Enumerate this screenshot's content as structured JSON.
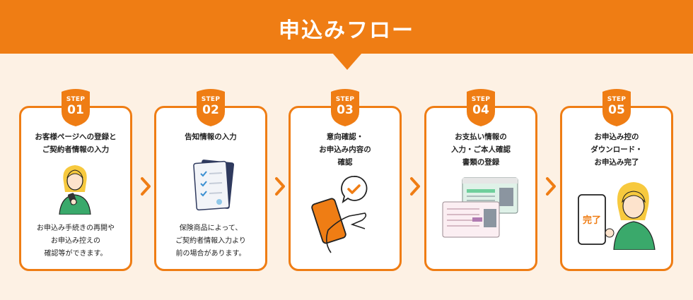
{
  "header": {
    "title": "申込みフロー"
  },
  "badge_label": "STEP",
  "steps": [
    {
      "num": "01",
      "title": "お客様ページへの登録と\nご契約者情報の入力",
      "desc": "お申込み手続きの再開や\nお申込み控えの\n確認等ができます。",
      "illustration": "woman-with-smartphone"
    },
    {
      "num": "02",
      "title": "告知情報の入力",
      "desc": "保険商品によって、\nご契約者情報入力より\n前の場合があります。",
      "illustration": "checklist-documents"
    },
    {
      "num": "03",
      "title": "意向確認・\nお申込み内容の\n確認",
      "desc": "",
      "illustration": "hand-holding-phone-with-check"
    },
    {
      "num": "04",
      "title": "お支払い情報の\n入力・ご本人確認\n書類の登録",
      "desc": "",
      "illustration": "id-cards"
    },
    {
      "num": "05",
      "title": "お申込み控の\nダウンロード・\nお申込み完了",
      "desc": "",
      "illustration": "woman-with-phone-complete",
      "complete_label": "完了"
    }
  ],
  "colors": {
    "accent": "#ef7d14",
    "background": "#fdf1e4"
  }
}
